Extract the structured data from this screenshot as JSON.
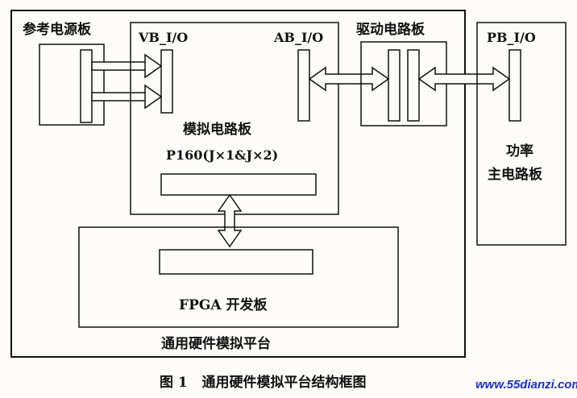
{
  "labels": {
    "reference_board": "参考电源板",
    "vb_io": "VB_I/O",
    "ab_io": "AB_I/O",
    "driver_board": "驱动电路板",
    "pb_io": "PB_I/O",
    "analog_board": "模拟电路板",
    "p160": "P160(J×1&J×2)",
    "power_line1": "功率",
    "power_line2": "主电路板",
    "fpga_board": "FPGA 开发板",
    "platform": "通用硬件模拟平台"
  },
  "caption": "图 1   通用硬件模拟平台结构框图",
  "watermark": "www.55dianzi.com",
  "colors": {
    "line": "#111111",
    "watermark": "#1a2fd0",
    "background": "#fdfcf8"
  }
}
